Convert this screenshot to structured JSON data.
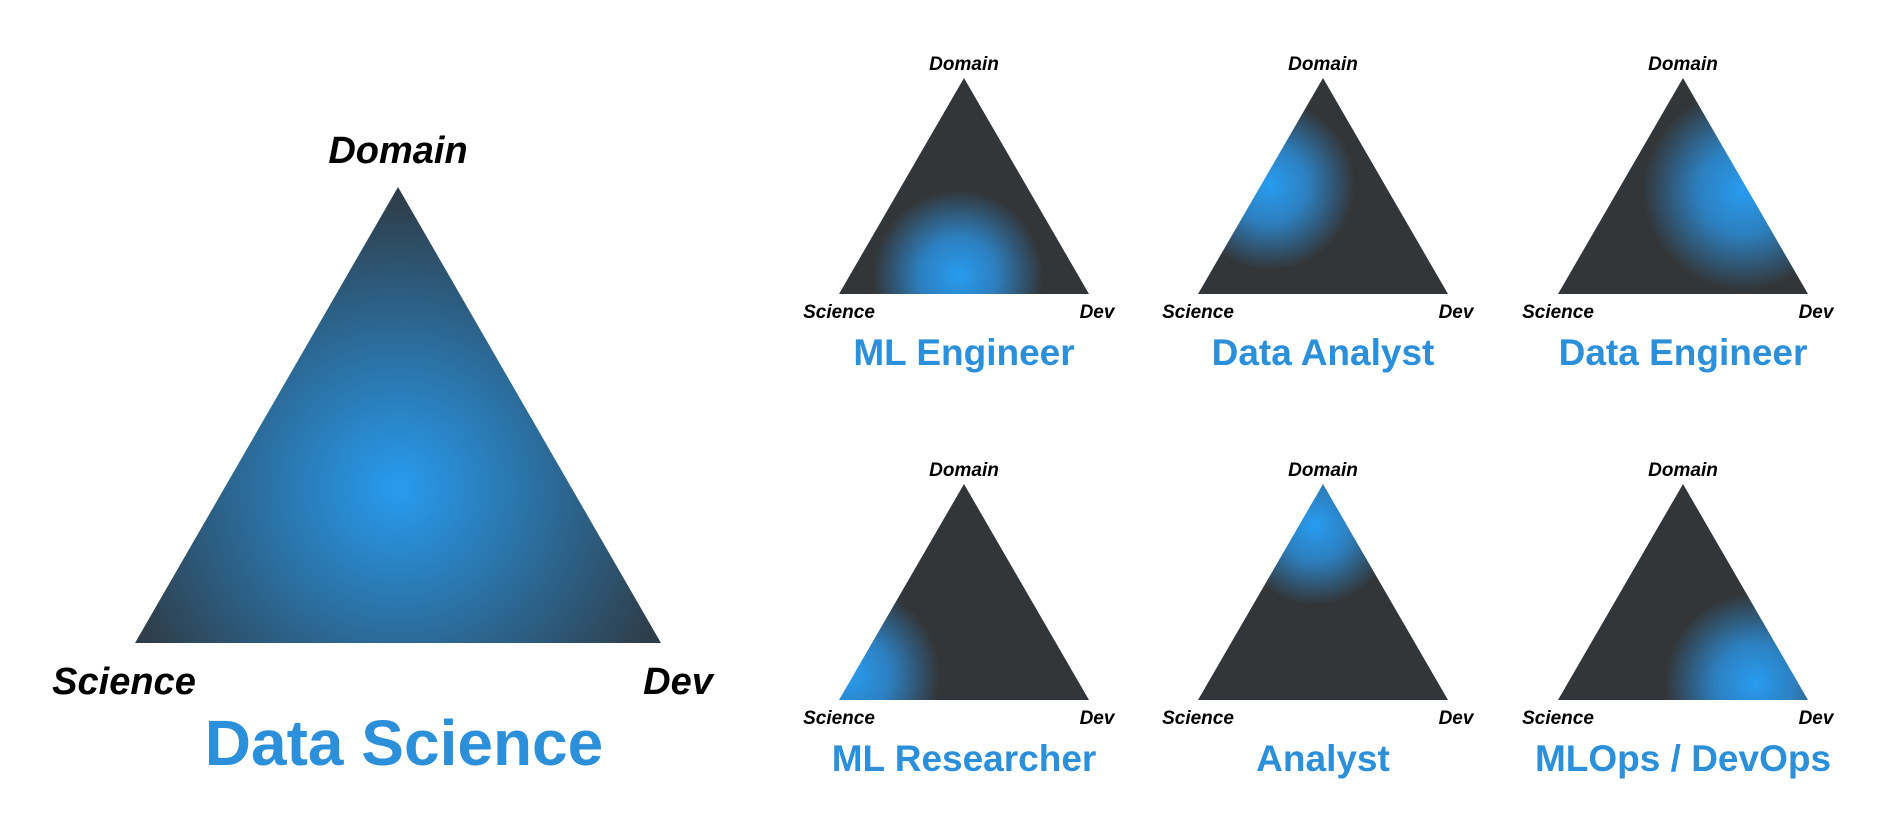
{
  "colors": {
    "dark": "#333638",
    "accent": "#2c8fd9",
    "glow": "#289cf0",
    "label": "#000000"
  },
  "main": {
    "title": "Data Science",
    "vertices": {
      "top": "Domain",
      "left": "Science",
      "right": "Dev"
    },
    "focus": "center"
  },
  "roles": [
    {
      "title": "ML Engineer",
      "vertices": {
        "top": "Domain",
        "left": "Science",
        "right": "Dev"
      },
      "focus": "bottom-center"
    },
    {
      "title": "Data Analyst",
      "vertices": {
        "top": "Domain",
        "left": "Science",
        "right": "Dev"
      },
      "focus": "left-edge"
    },
    {
      "title": "Data Engineer",
      "vertices": {
        "top": "Domain",
        "left": "Science",
        "right": "Dev"
      },
      "focus": "right-edge"
    },
    {
      "title": "ML Researcher",
      "vertices": {
        "top": "Domain",
        "left": "Science",
        "right": "Dev"
      },
      "focus": "left-corner"
    },
    {
      "title": "Analyst",
      "vertices": {
        "top": "Domain",
        "left": "Science",
        "right": "Dev"
      },
      "focus": "top-corner"
    },
    {
      "title": "MLOps / DevOps",
      "vertices": {
        "top": "Domain",
        "left": "Science",
        "right": "Dev"
      },
      "focus": "right-corner"
    }
  ]
}
